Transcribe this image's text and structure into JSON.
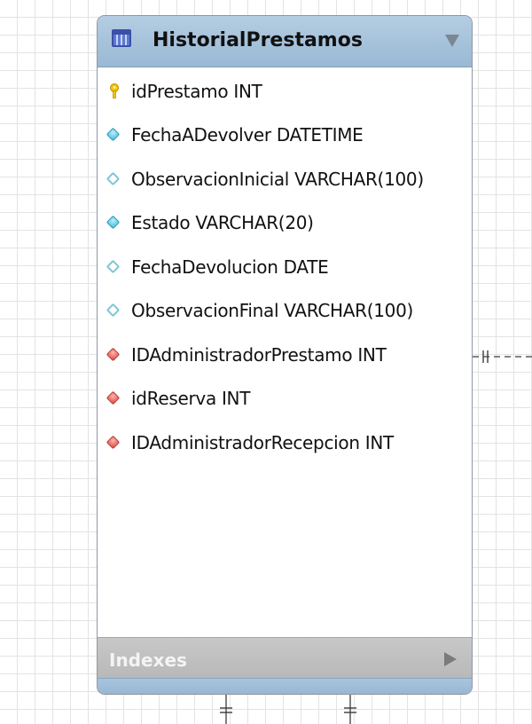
{
  "table": {
    "name": "HistorialPrestamos",
    "columns": [
      {
        "label": "idPrestamo INT",
        "icon": "primary-key-icon"
      },
      {
        "label": "FechaADevolver DATETIME",
        "icon": "not-null-column-icon"
      },
      {
        "label": "ObservacionInicial VARCHAR(100)",
        "icon": "nullable-column-icon"
      },
      {
        "label": "Estado VARCHAR(20)",
        "icon": "not-null-column-icon"
      },
      {
        "label": "FechaDevolucion DATE",
        "icon": "nullable-column-icon"
      },
      {
        "label": "ObservacionFinal VARCHAR(100)",
        "icon": "nullable-column-icon"
      },
      {
        "label": "IDAdministradorPrestamo INT",
        "icon": "foreign-key-icon"
      },
      {
        "label": "idReserva INT",
        "icon": "foreign-key-icon"
      },
      {
        "label": "IDAdministradorRecepcion INT",
        "icon": "foreign-key-icon"
      }
    ],
    "indexes_label": "Indexes"
  },
  "colors": {
    "header": "#a7c3dc",
    "primary_key": "#f2c200",
    "not_null_column": "#42b8d7",
    "nullable_column": "#7fc5d8",
    "foreign_key": "#d54a40",
    "indexes_bar": "#bdbdbd"
  }
}
